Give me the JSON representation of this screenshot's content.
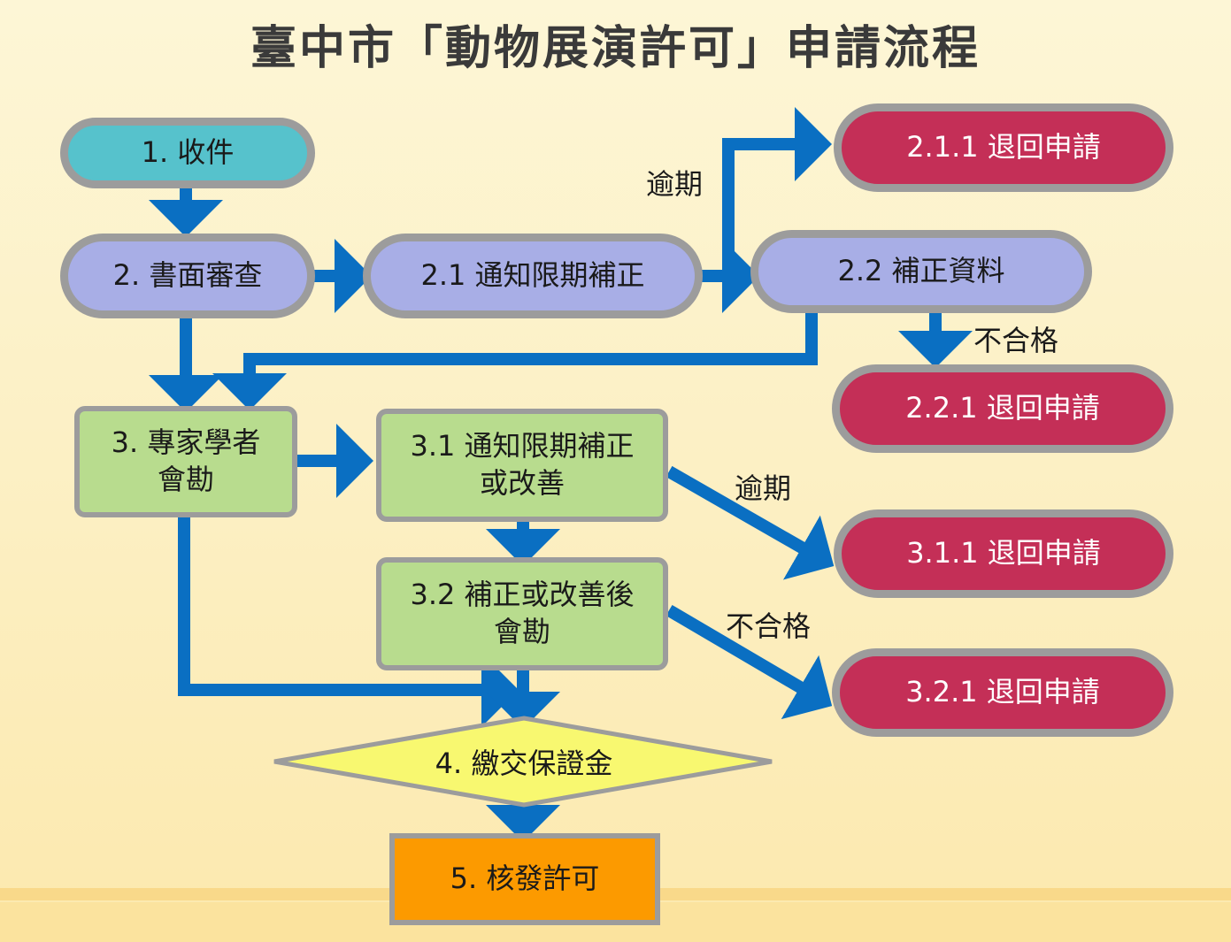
{
  "title": "臺中市「動物展演許可」申請流程",
  "nodes": {
    "n1": "1. 收件",
    "n2": "2. 書面審查",
    "n2_1": "2.1 通知限期補正",
    "n2_2": "2.2 補正資料",
    "n2_1_1": "2.1.1 退回申請",
    "n2_2_1": "2.2.1 退回申請",
    "n3_line1": "3. 專家學者",
    "n3_line2": "會勘",
    "n3_1_line1": "3.1 通知限期補正",
    "n3_1_line2": "或改善",
    "n3_2_line1": "3.2 補正或改善後",
    "n3_2_line2": "會勘",
    "n3_1_1": "3.1.1 退回申請",
    "n3_2_1": "3.2.1 退回申請",
    "n4": "4. 繳交保證金",
    "n5": "5. 核發許可"
  },
  "labels": {
    "overdue_1": "逾期",
    "fail_1": "不合格",
    "overdue_2": "逾期",
    "fail_2": "不合格"
  },
  "colors": {
    "start": "#56c2cc",
    "review": "#a8aee6",
    "reject": "#c42f57",
    "inspection": "#b8dc8e",
    "deposit": "#f8f870",
    "permit": "#fc9a00",
    "arrow": "#0a6fc2"
  }
}
